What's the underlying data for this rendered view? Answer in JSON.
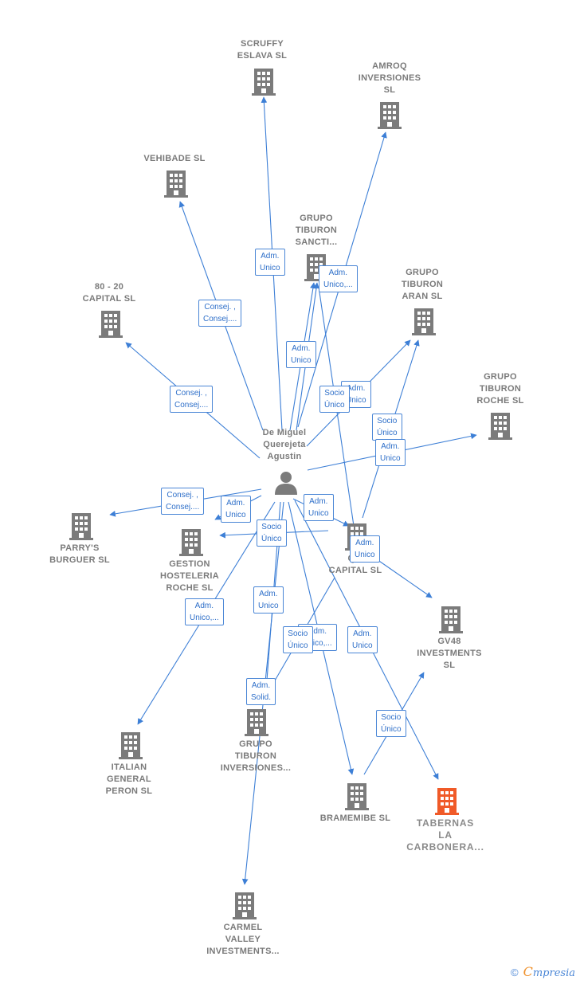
{
  "center": {
    "name": "De Miguel\nQuerejeta\nAgustin",
    "icon": "person-icon"
  },
  "nodes": [
    {
      "id": "scruffy",
      "name": "SCRUFFY\nESLAVA SL",
      "icon": "building-icon"
    },
    {
      "id": "amroq",
      "name": "AMROQ\nINVERSIONES\nSL",
      "icon": "building-icon"
    },
    {
      "id": "vehibade",
      "name": "VEHIBADE SL",
      "icon": "building-icon"
    },
    {
      "id": "gt_sancti",
      "name": "GRUPO\nTIBURON\nSANCTI...",
      "icon": "building-icon"
    },
    {
      "id": "gt_aran",
      "name": "GRUPO\nTIBURON\nARAN SL",
      "icon": "building-icon"
    },
    {
      "id": "c8020",
      "name": "80 - 20\nCAPITAL SL",
      "icon": "building-icon"
    },
    {
      "id": "gt_roche",
      "name": "GRUPO\nTIBURON\nROCHE SL",
      "icon": "building-icon"
    },
    {
      "id": "parrys",
      "name": "PARRY'S\nBURGUER SL",
      "icon": "building-icon"
    },
    {
      "id": "gestion",
      "name": "GESTION\nHOSTELERIA\nROCHE SL",
      "icon": "building-icon"
    },
    {
      "id": "qcapital",
      "name": "Q...\nCAPITAL SL",
      "icon": "building-icon"
    },
    {
      "id": "gv48",
      "name": "GV48\nINVESTMENTS\nSL",
      "icon": "building-icon"
    },
    {
      "id": "italian",
      "name": "ITALIAN\nGENERAL\nPERON SL",
      "icon": "building-icon"
    },
    {
      "id": "gt_inv",
      "name": "GRUPO\nTIBURON\nINVERSIONES...",
      "icon": "building-icon"
    },
    {
      "id": "bramemibe",
      "name": "BRAMEMIBE SL",
      "icon": "building-icon"
    },
    {
      "id": "tabernas",
      "name": "TABERNAS\nLA\nCARBONERA...",
      "icon": "building-icon",
      "highlight": true
    },
    {
      "id": "carmel",
      "name": "CARMEL\nVALLEY\nINVESTMENTS...",
      "icon": "building-icon"
    }
  ],
  "edge_labels": [
    {
      "id": "l_scruffy",
      "text": "Adm.\nUnico"
    },
    {
      "id": "l_amroq",
      "text": "Adm.\nUnico,..."
    },
    {
      "id": "l_vehibade",
      "text": "Consej. ,\nConsej...."
    },
    {
      "id": "l_sancti",
      "text": "Adm.\nUnico"
    },
    {
      "id": "l_aran_adm",
      "text": "Adm.\nUnico"
    },
    {
      "id": "l_aran_socio",
      "text": "Socio\nÚnico"
    },
    {
      "id": "l_8020",
      "text": "Consej. ,\nConsej...."
    },
    {
      "id": "l_roche_socio",
      "text": "Socio\nÚnico"
    },
    {
      "id": "l_roche_adm",
      "text": "Adm.\nUnico"
    },
    {
      "id": "l_parrys",
      "text": "Consej. ,\nConsej...."
    },
    {
      "id": "l_gestion",
      "text": "Adm.\nUnico"
    },
    {
      "id": "l_gestion_socio",
      "text": "Socio\nÚnico"
    },
    {
      "id": "l_q_adm",
      "text": "Adm.\nUnico"
    },
    {
      "id": "l_gv48",
      "text": "Adm.\nUnico"
    },
    {
      "id": "l_italian",
      "text": "Adm.\nUnico,..."
    },
    {
      "id": "l_inv_adm",
      "text": "Adm.\nUnico"
    },
    {
      "id": "l_inv_socio",
      "text": "Socio\nÚnico"
    },
    {
      "id": "l_inv_adm2",
      "text": "Adm.\nUnico,..."
    },
    {
      "id": "l_inv_solid",
      "text": "Adm.\nSolid."
    },
    {
      "id": "l_tabernas",
      "text": "Adm.\nUnico"
    },
    {
      "id": "l_brame_socio",
      "text": "Socio\nÚnico"
    }
  ],
  "colors": {
    "edge": "#3d7fd6",
    "building": "#7b7b7b",
    "building_highlight": "#f05a28",
    "label_text": "#2e6fc9"
  },
  "footer": {
    "copyright": "©",
    "brand_initial": "C",
    "brand_rest": "mpresia"
  }
}
